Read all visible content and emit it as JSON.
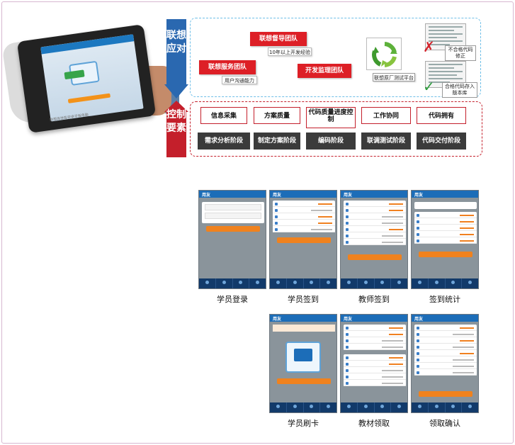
{
  "diagram": {
    "lenovo_vertical": "联想应对",
    "control_vertical": "控制要素",
    "teams": {
      "supervision": "联想督导团队",
      "supervision_sub": "10年以上开发经验",
      "service": "联想服务团队",
      "service_sub": "用户沟通能力",
      "dev_supervision": "开发监理团队"
    },
    "platform_label": "联想原厂测试平台",
    "code_fail_label": "不合格代码修正",
    "code_pass_label": "合格代码存入版本库",
    "control_top": [
      "信息采集",
      "方案质量",
      "代码质量进度控制",
      "工作协同",
      "代码拥有"
    ],
    "control_bottom": [
      "需求分析阶段",
      "制定方案阶段",
      "编码阶段",
      "联调测试阶段",
      "代码交付阶段"
    ]
  },
  "device": {
    "footer_text": "联想高性能安卓平板电脑"
  },
  "phones": {
    "logo": "用友",
    "labels": [
      "学员登录",
      "学员签到",
      "教师签到",
      "签到统计",
      "学员刷卡",
      "教材领取",
      "领取确认"
    ]
  },
  "colors": {
    "blue_arrow": "#2a68b0",
    "red_arrow": "#c41f2b",
    "team_red": "#dd1f26",
    "phone_header": "#1c6db8",
    "phone_button": "#f0821e"
  }
}
